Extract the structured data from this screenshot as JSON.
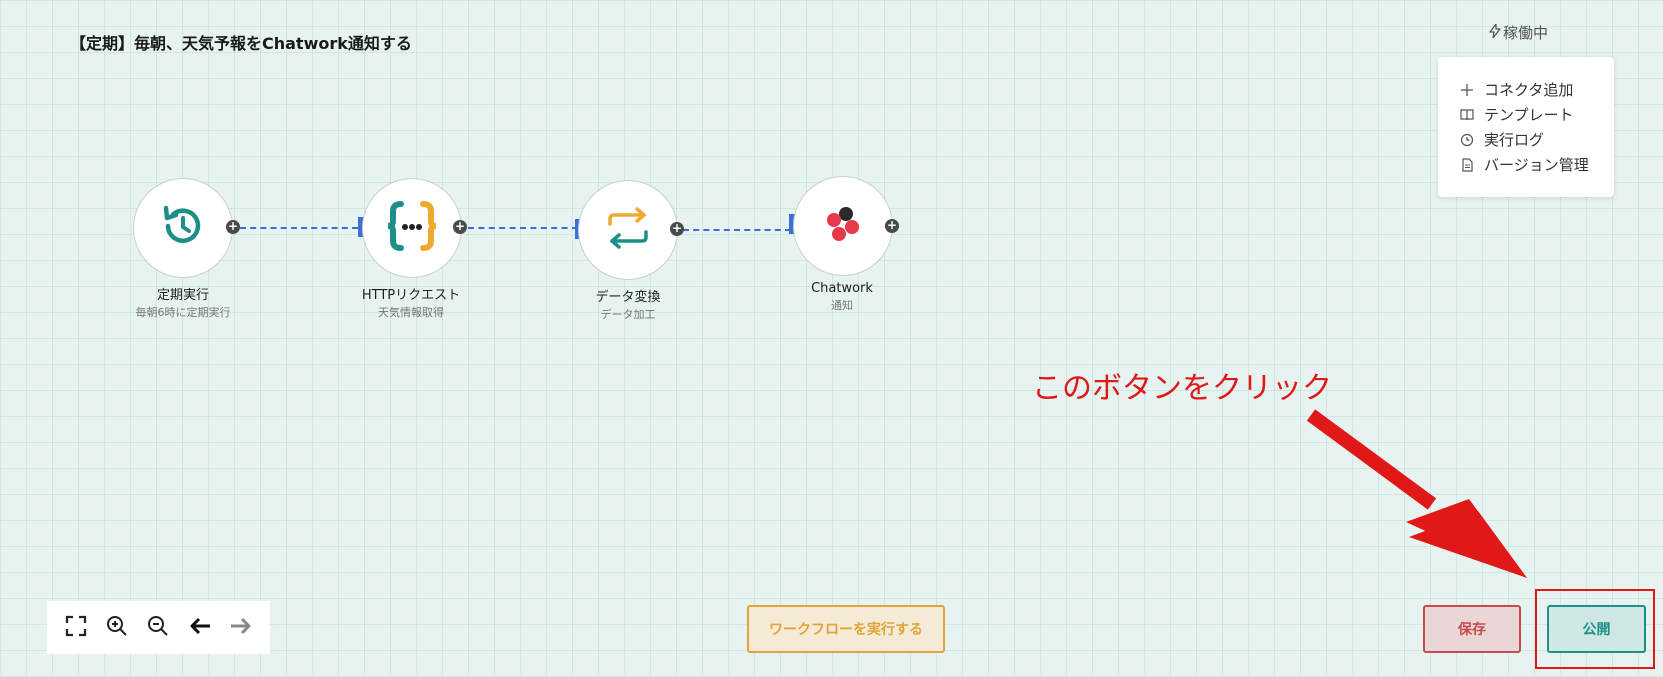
{
  "workflow": {
    "title": "【定期】毎朝、天気予報をChatwork通知する",
    "status": "稼働中",
    "status_icon": "lightning-icon"
  },
  "menu": {
    "items": [
      {
        "label": "コネクタ追加",
        "icon": "plus-icon"
      },
      {
        "label": "テンプレート",
        "icon": "book-icon"
      },
      {
        "label": "実行ログ",
        "icon": "clock-icon"
      },
      {
        "label": "バージョン管理",
        "icon": "document-icon"
      }
    ]
  },
  "nodes": [
    {
      "name": "定期実行",
      "sub": "毎朝6時に定期実行",
      "icon": "schedule-history-icon"
    },
    {
      "name": "HTTPリクエスト",
      "sub": "天気情報取得",
      "icon": "json-braces-icon"
    },
    {
      "name": "データ変換",
      "sub": "データ加工",
      "icon": "transform-arrows-icon"
    },
    {
      "name": "Chatwork",
      "sub": "通知",
      "icon": "chatwork-logo-icon"
    }
  ],
  "toolbar": {
    "icons": [
      "fullscreen-icon",
      "zoom-in-icon",
      "zoom-out-icon",
      "undo-arrow-icon",
      "redo-arrow-icon"
    ]
  },
  "actions": {
    "run_label": "ワークフローを実行する",
    "save_label": "保存",
    "publish_label": "公開"
  },
  "annotation": {
    "text": "このボタンをクリック"
  },
  "colors": {
    "canvas_bg": "#e6f3f1",
    "accent_teal": "#1e8f88",
    "edge_blue": "#3b6fd6",
    "run_orange": "#e2a43a",
    "save_red": "#c94a4a",
    "annotation_red": "#e01818"
  }
}
